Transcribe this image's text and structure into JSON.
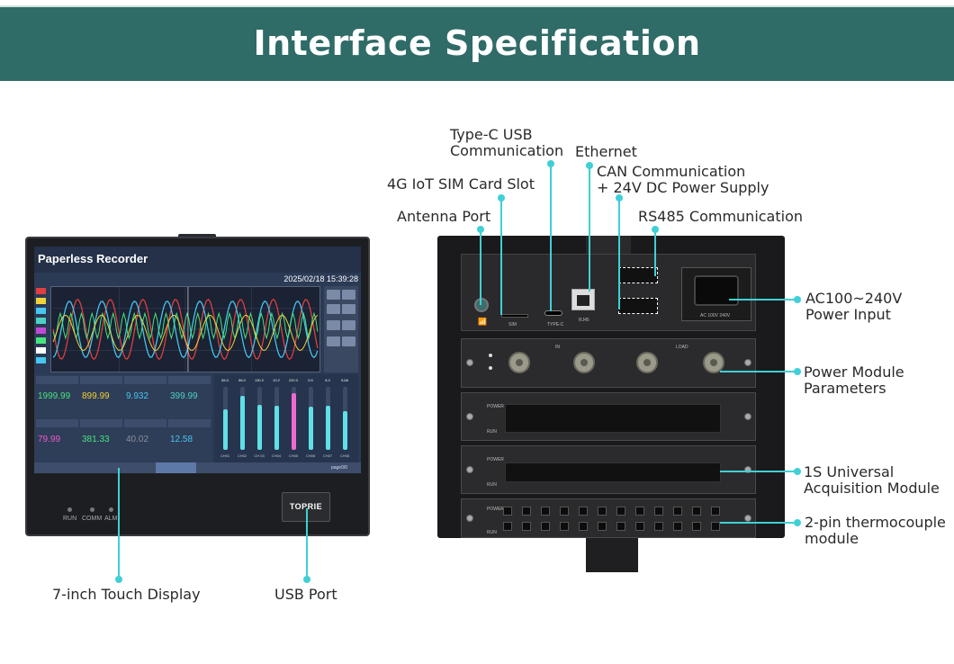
{
  "banner": {
    "title": "Interface Specification"
  },
  "labels": {
    "type_c": [
      "Type-C USB",
      "Communication"
    ],
    "ethernet": "Ethernet",
    "can": [
      "CAN Communication",
      "+ 24V DC Power Supply"
    ],
    "sim": "4G IoT SIM Card Slot",
    "antenna": "Antenna Port",
    "rs485": "RS485 Communication",
    "ac_power": [
      "AC100~240V",
      "Power Input"
    ],
    "power_module": [
      "Power Module",
      "Parameters"
    ],
    "universal": [
      "1S Universal",
      "Acquisition Module"
    ],
    "thermocouple": [
      "2-pin thermocouple",
      "module"
    ],
    "touch_display": "7-inch Touch Display",
    "usb_port": "USB Port"
  },
  "screen": {
    "title": "Paperless Recorder",
    "datetime": "2025/02/18 15:39:28",
    "channels": [
      {
        "value": "1999.99",
        "color": "#47e37d"
      },
      {
        "value": "899.99",
        "color": "#f0d23a"
      },
      {
        "value": "9.932",
        "color": "#47c6f0"
      },
      {
        "value": "399.99",
        "color": "#4cd1c4"
      },
      {
        "value": "79.99",
        "color": "#f05ac8"
      },
      {
        "value": "381.33",
        "color": "#47e37d"
      },
      {
        "value": "40.02",
        "color": "#8a8f99"
      },
      {
        "value": "12.58",
        "color": "#47c6f0"
      }
    ],
    "bars": [
      {
        "value": "65.0",
        "label": "CH01",
        "level": 0.65,
        "color": "#5fe0e6"
      },
      {
        "value": "86.0",
        "label": "CH02",
        "level": 0.86,
        "color": "#5fe0e6"
      },
      {
        "value": "130.2",
        "label": "CH 03",
        "level": 0.72,
        "color": "#5fe0e6"
      },
      {
        "value": "10.2",
        "label": "CH04",
        "level": 0.7,
        "color": "#5fe0e6"
      },
      {
        "value": "220.0",
        "label": "CH05",
        "level": 0.9,
        "color": "#ef6ad0"
      },
      {
        "value": "5.5",
        "label": "CH06",
        "level": 0.68,
        "color": "#5fe0e6"
      },
      {
        "value": "8.3",
        "label": "CH07",
        "level": 0.7,
        "color": "#5fe0e6"
      },
      {
        "value": "5.68",
        "label": "CH08",
        "level": 0.62,
        "color": "#5fe0e6"
      }
    ],
    "page_tab": "page0/0"
  },
  "device": {
    "leds": [
      "RUN",
      "COMM",
      "ALM"
    ],
    "logo": "TOPRIE"
  },
  "rack": {
    "sim_label": "SIM",
    "typec_label": "TYPE-C",
    "rj45_label": "RJ45",
    "ac_label": "AC 100V 240V",
    "load_label": "LOAD",
    "in_label": "IN",
    "power_label": "POWER",
    "run_label": "RUN"
  },
  "colors": {
    "accent": "#3fd0d6",
    "banner": "#2f6b67"
  }
}
